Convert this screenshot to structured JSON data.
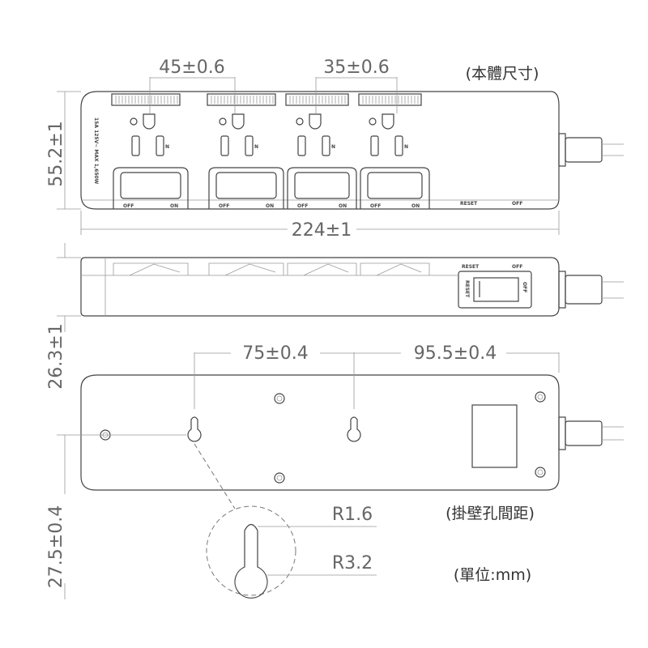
{
  "dimensions": {
    "width": "224±1",
    "height_top": "55.2±1",
    "outlet_spacing_1": "45±0.6",
    "outlet_spacing_2": "35±0.6",
    "side_height": "26.3±1",
    "hole_spacing_1": "75±0.4",
    "hole_spacing_2": "95.5±0.4",
    "hole_offset": "27.5±0.4",
    "radius_small": "R1.6",
    "radius_large": "R3.2"
  },
  "captions": {
    "body_size": "(本體尺寸)",
    "hole_spacing": "(掛壁孔間距)",
    "unit": "(單位:mm)"
  },
  "labels": {
    "rating": "15A 125V~ MAX 1,650W",
    "off": "OFF",
    "on": "ON",
    "neutral": "N",
    "reset": "RESET",
    "main_off": "OFF"
  },
  "outlet_count": 4
}
